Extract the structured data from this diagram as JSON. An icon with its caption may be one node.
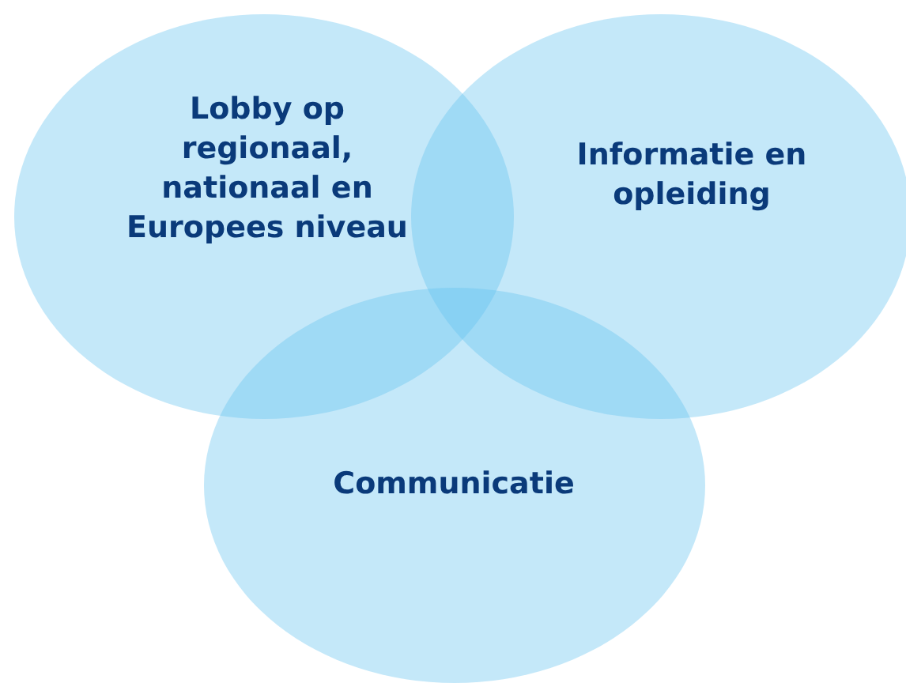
{
  "diagram": {
    "nodes": [
      {
        "text": [
          "Lobby op regionaal, nationaal en Europees niveau"
        ]
      },
      {
        "text": [
          "Informatie en opleiding"
        ]
      },
      {
        "text": [
          "Communicatie"
        ]
      }
    ]
  }
}
